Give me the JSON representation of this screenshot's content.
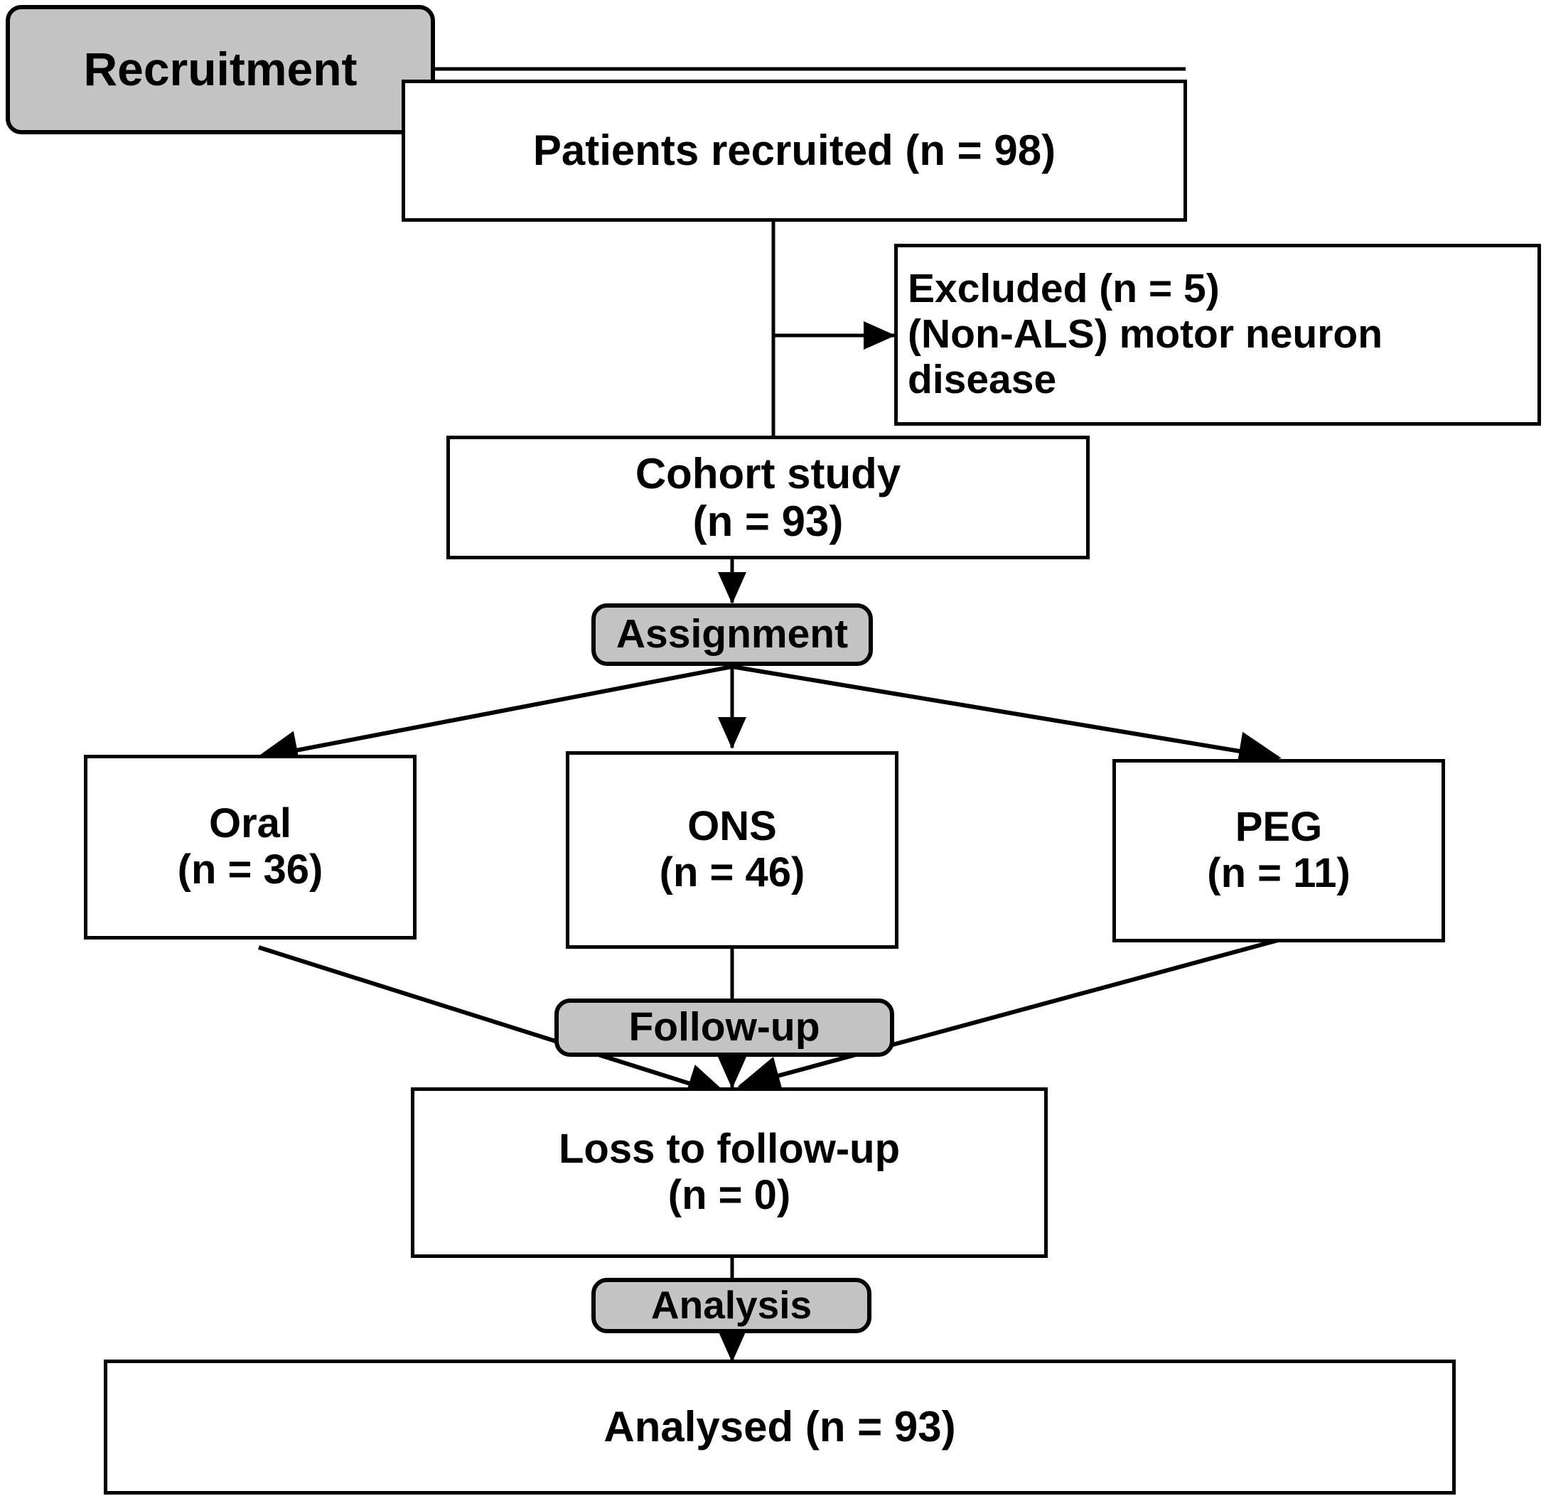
{
  "diagram": {
    "title": "CONSORT-style participant flow diagram",
    "type": "flowchart",
    "colors": {
      "stage_fill": "#c4c4c4",
      "box_fill": "#ffffff",
      "stroke": "#000000",
      "text": "#000000"
    },
    "stages": [
      {
        "id": "recruitment",
        "label": "Recruitment"
      },
      {
        "id": "assignment",
        "label": "Assignment"
      },
      {
        "id": "followup",
        "label": "Follow-up"
      },
      {
        "id": "analysis",
        "label": "Analysis"
      }
    ],
    "nodes": [
      {
        "id": "recruited",
        "label": "Patients recruited (n = 98)",
        "n": 98
      },
      {
        "id": "excluded",
        "label": "Excluded (n = 5)\n(Non-ALS) motor neuron\ndisease",
        "n": 5
      },
      {
        "id": "cohort",
        "label": "Cohort study\n(n = 93)",
        "n": 93
      },
      {
        "id": "oral",
        "label": "Oral\n(n = 36)",
        "n": 36
      },
      {
        "id": "ons",
        "label": "ONS\n(n = 46)",
        "n": 46
      },
      {
        "id": "peg",
        "label": "PEG\n(n = 11)",
        "n": 11
      },
      {
        "id": "loss",
        "label": "Loss to follow-up\n(n = 0)",
        "n": 0
      },
      {
        "id": "analysed",
        "label": "Analysed (n = 93)",
        "n": 93
      }
    ],
    "edges": [
      {
        "from": "recruitment",
        "to": "recruited",
        "style": "elbow",
        "arrow": false
      },
      {
        "from": "recruited",
        "to": "excluded",
        "style": "elbow-right",
        "arrow": true
      },
      {
        "from": "recruited",
        "to": "cohort",
        "style": "straight",
        "arrow": false
      },
      {
        "from": "cohort",
        "to": "assignment",
        "style": "straight",
        "arrow": true
      },
      {
        "from": "assignment",
        "to": "oral",
        "style": "diagonal",
        "arrow": true
      },
      {
        "from": "assignment",
        "to": "ons",
        "style": "straight",
        "arrow": true
      },
      {
        "from": "assignment",
        "to": "peg",
        "style": "diagonal",
        "arrow": true
      },
      {
        "from": "oral",
        "to": "loss",
        "style": "diagonal",
        "arrow": true
      },
      {
        "from": "ons",
        "to": "loss",
        "style": "straight",
        "arrow": true
      },
      {
        "from": "peg",
        "to": "loss",
        "style": "diagonal",
        "arrow": true
      },
      {
        "from": "loss",
        "to": "analysis",
        "style": "straight",
        "arrow": false
      },
      {
        "from": "analysis",
        "to": "analysed",
        "style": "straight",
        "arrow": true
      }
    ]
  }
}
